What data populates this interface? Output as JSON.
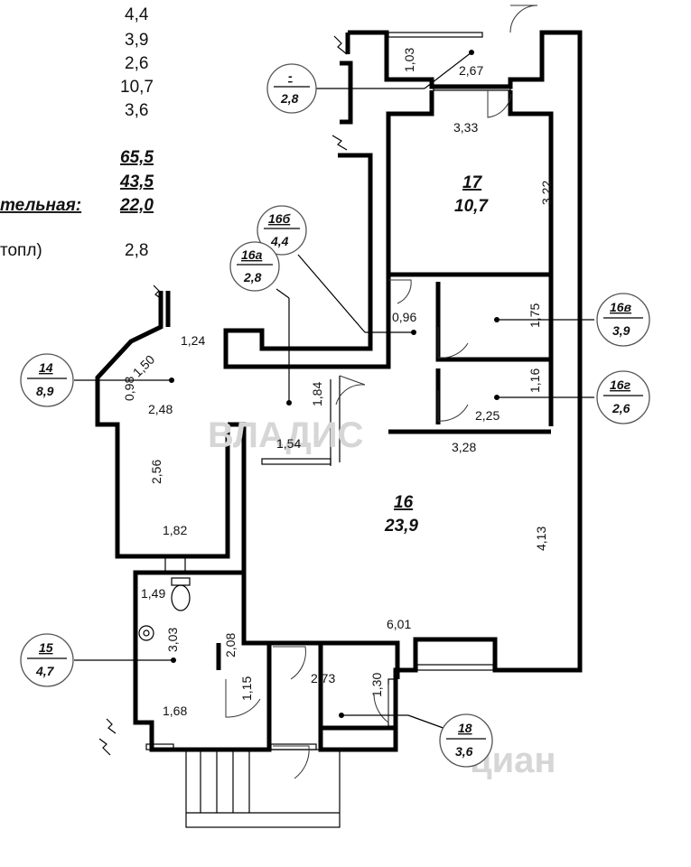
{
  "summary": {
    "list": [
      "4,4",
      "3,9",
      "2,6",
      "10,7",
      "3,6"
    ],
    "total": "65,5",
    "living": "43,5",
    "aux_label": "тельная:",
    "aux": "22,0",
    "heat_label": "топл)",
    "heat": "2,8"
  },
  "rooms": [
    {
      "num": "17",
      "area": "10,7"
    },
    {
      "num": "16",
      "area": "23,9"
    }
  ],
  "badges": [
    {
      "key": "b-balcony",
      "num": "-",
      "area": "2,8"
    },
    {
      "key": "b-16b",
      "num": "16б",
      "area": "4,4"
    },
    {
      "key": "b-16a",
      "num": "16а",
      "area": "2,8"
    },
    {
      "key": "b-14",
      "num": "14",
      "area": "8,9"
    },
    {
      "key": "b-16v",
      "num": "16в",
      "area": "3,9"
    },
    {
      "key": "b-16g",
      "num": "16г",
      "area": "2,6"
    },
    {
      "key": "b-15",
      "num": "15",
      "area": "4,7"
    },
    {
      "key": "b-18",
      "num": "18",
      "area": "3,6"
    }
  ],
  "dims": [
    "1,03",
    "2,67",
    "3,33",
    "3,22",
    "0,96",
    "1,75",
    "1,16",
    "2,25",
    "3,28",
    "1,24",
    "1,50",
    "0,98",
    "2,48",
    "1,84",
    "1,54",
    "2,56",
    "1,82",
    "4,13",
    "1,49",
    "3,03",
    "2,08",
    "6,01",
    "1,15",
    "2,73",
    "1,30",
    "1,68"
  ],
  "watermark": {
    "primary": "ВЛАДИС",
    "secondary": "циан"
  }
}
